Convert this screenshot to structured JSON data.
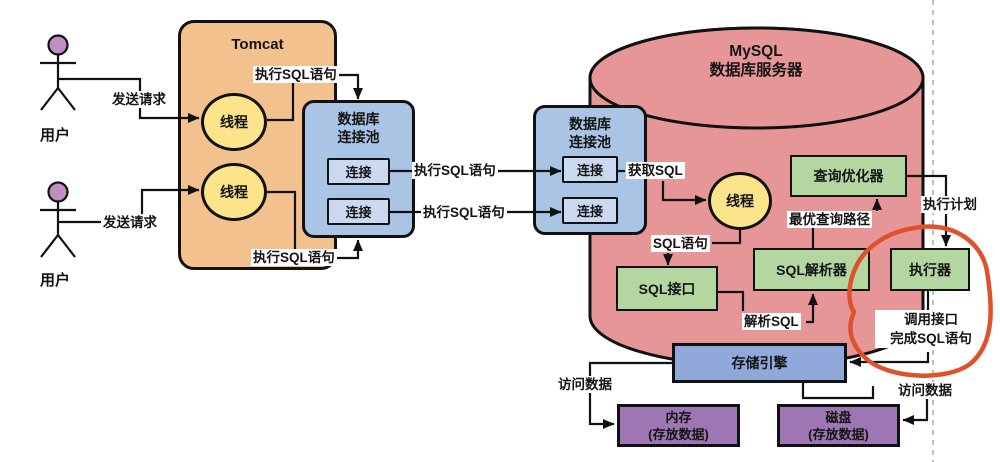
{
  "colors": {
    "orange": "#F3C18D",
    "thread-yellow": "#FBE489",
    "pool-blue": "#A9C4E4",
    "conn-blue": "#CBD9F0",
    "cylinder-pink": "#E79697",
    "box-green": "#B4D7A2",
    "engine-blue": "#90A9DA",
    "storage-purple": "#9E76B4",
    "head-purple": "#BE8FC0",
    "annotation-red": "#DF512C",
    "dash-gray": "#BDBFC6"
  },
  "actors": {
    "user_label": "用户",
    "send_request": "发送请求"
  },
  "tomcat": {
    "title": "Tomcat",
    "thread": "线程"
  },
  "pool": {
    "title_line1": "数据库",
    "title_line2": "连接池",
    "connection": "连接"
  },
  "mysql": {
    "title_line1": "MySQL",
    "title_line2": "数据库服务器",
    "thread": "线程",
    "optimizer": "查询优化器",
    "parser": "SQL解析器",
    "executor": "执行器",
    "sql_interface": "SQL接口",
    "storage_engine": "存储引擎"
  },
  "storage": {
    "memory": "内存",
    "disk": "磁盘",
    "store_data": "(存放数据)"
  },
  "flow_labels": {
    "exec_sql": "执行SQL语句",
    "fetch_sql": "获取SQL",
    "sql_statement": "SQL语句",
    "parse_sql": "解析SQL",
    "best_query_path": "最优查询路径",
    "exec_plan": "执行计划",
    "call_interface_line1": "调用接口",
    "call_interface_line2": "完成SQL语句",
    "access_data": "访问数据"
  }
}
